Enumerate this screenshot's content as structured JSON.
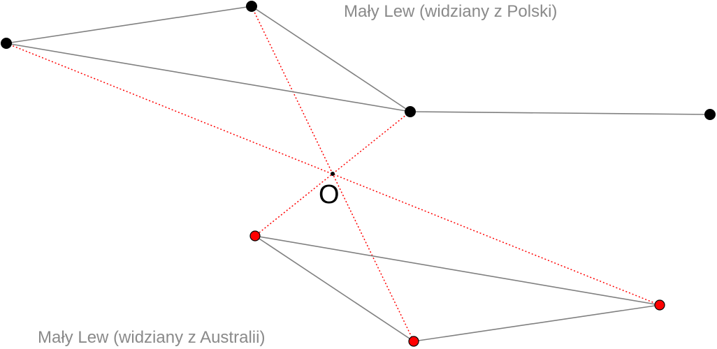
{
  "labels": {
    "top": "Mały Lew (widziany z Polski)",
    "bottom": "Mały Lew (widziany z Australii)",
    "center": "O"
  },
  "colors": {
    "line": "#808080",
    "dotted": "#ff0000",
    "black_star": "#000000",
    "red_star": "#ff0000",
    "label": "#8a8a8a"
  }
}
